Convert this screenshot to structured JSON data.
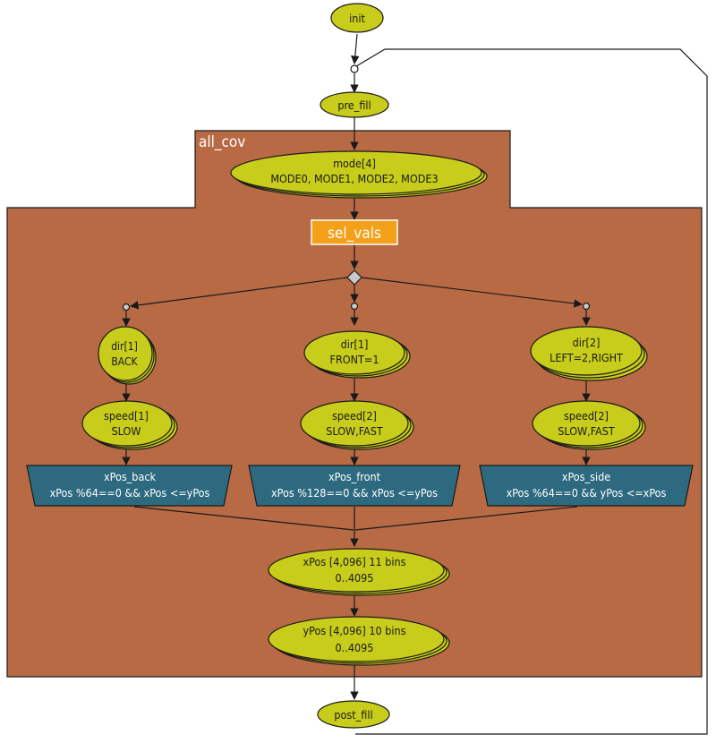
{
  "group": {
    "label": "all_cov"
  },
  "action": {
    "label": "sel_vals"
  },
  "nodes": {
    "init": "init",
    "pre_fill": "pre_fill",
    "post_fill": "post_fill",
    "mode": {
      "line1": "mode[4]",
      "line2": "MODE0, MODE1, MODE2, MODE3"
    },
    "dir_back": {
      "line1": "dir[1]",
      "line2": "BACK"
    },
    "dir_front": {
      "line1": "dir[1]",
      "line2": "FRONT=1"
    },
    "dir_side": {
      "line1": "dir[2]",
      "line2": "LEFT=2,RIGHT"
    },
    "speed_back": {
      "line1": "speed[1]",
      "line2": "SLOW"
    },
    "speed_front": {
      "line1": "speed[2]",
      "line2": "SLOW,FAST"
    },
    "speed_side": {
      "line1": "speed[2]",
      "line2": "SLOW,FAST"
    },
    "xpos": {
      "line1": "xPos [4,096] 11 bins",
      "line2": "0..4095"
    },
    "ypos": {
      "line1": "yPos [4,096] 10 bins",
      "line2": "0..4095"
    }
  },
  "constraints": {
    "back": {
      "title": "xPos_back",
      "expr": "xPos %64==0 && xPos <=yPos"
    },
    "front": {
      "title": "xPos_front",
      "expr": "xPos %128==0 && xPos <=yPos"
    },
    "side": {
      "title": "xPos_side",
      "expr": "xPos %64==0 && yPos <=xPos"
    }
  },
  "colors": {
    "group_fill": "#b86a45",
    "node_fill": "#c8cc1a",
    "action_fill": "#f5a01a",
    "constraint_fill": "#2d6a80"
  }
}
